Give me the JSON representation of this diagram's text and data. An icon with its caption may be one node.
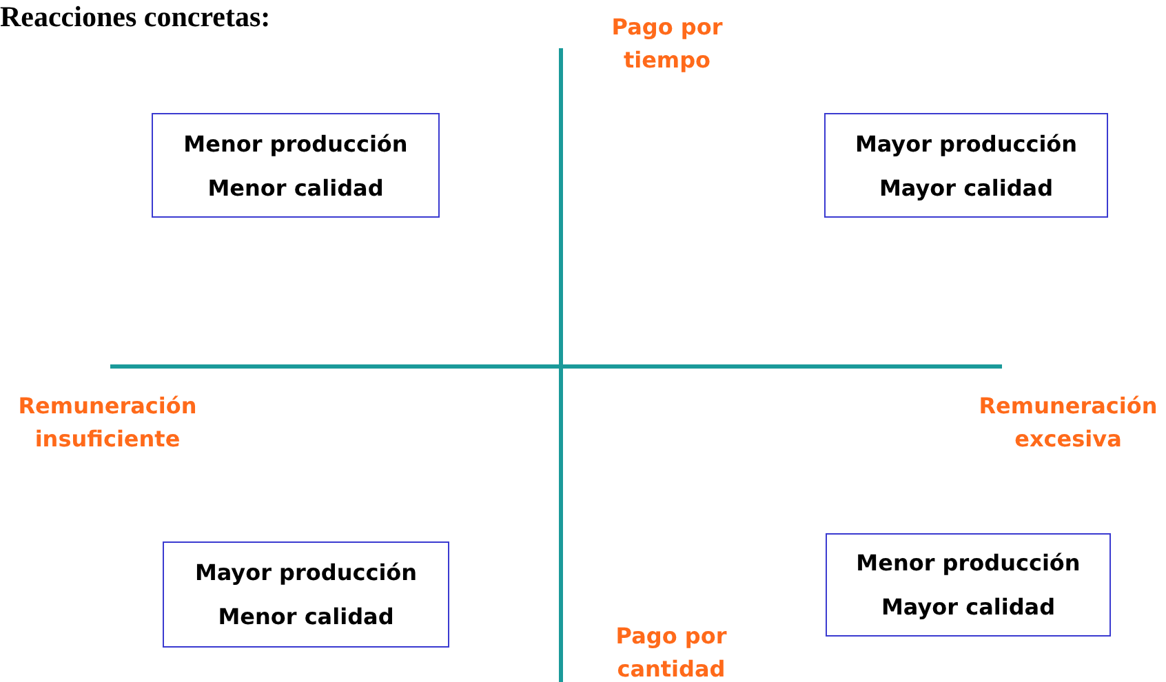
{
  "diagram": {
    "title": "Reacciones concretas:",
    "nodes": [
      {
        "text": [
          "Menor producción",
          "Menor calidad"
        ]
      },
      {
        "text": [
          "Mayor producción",
          "Mayor calidad"
        ]
      },
      {
        "text": [
          "Mayor producción",
          "Menor calidad"
        ]
      },
      {
        "text": [
          "Menor producción",
          "Mayor calidad"
        ]
      }
    ],
    "labels": [
      "Pago por tiempo",
      "Remuneración insuficiente",
      "Remuneración excesiva",
      "Pago por cantidad"
    ]
  }
}
